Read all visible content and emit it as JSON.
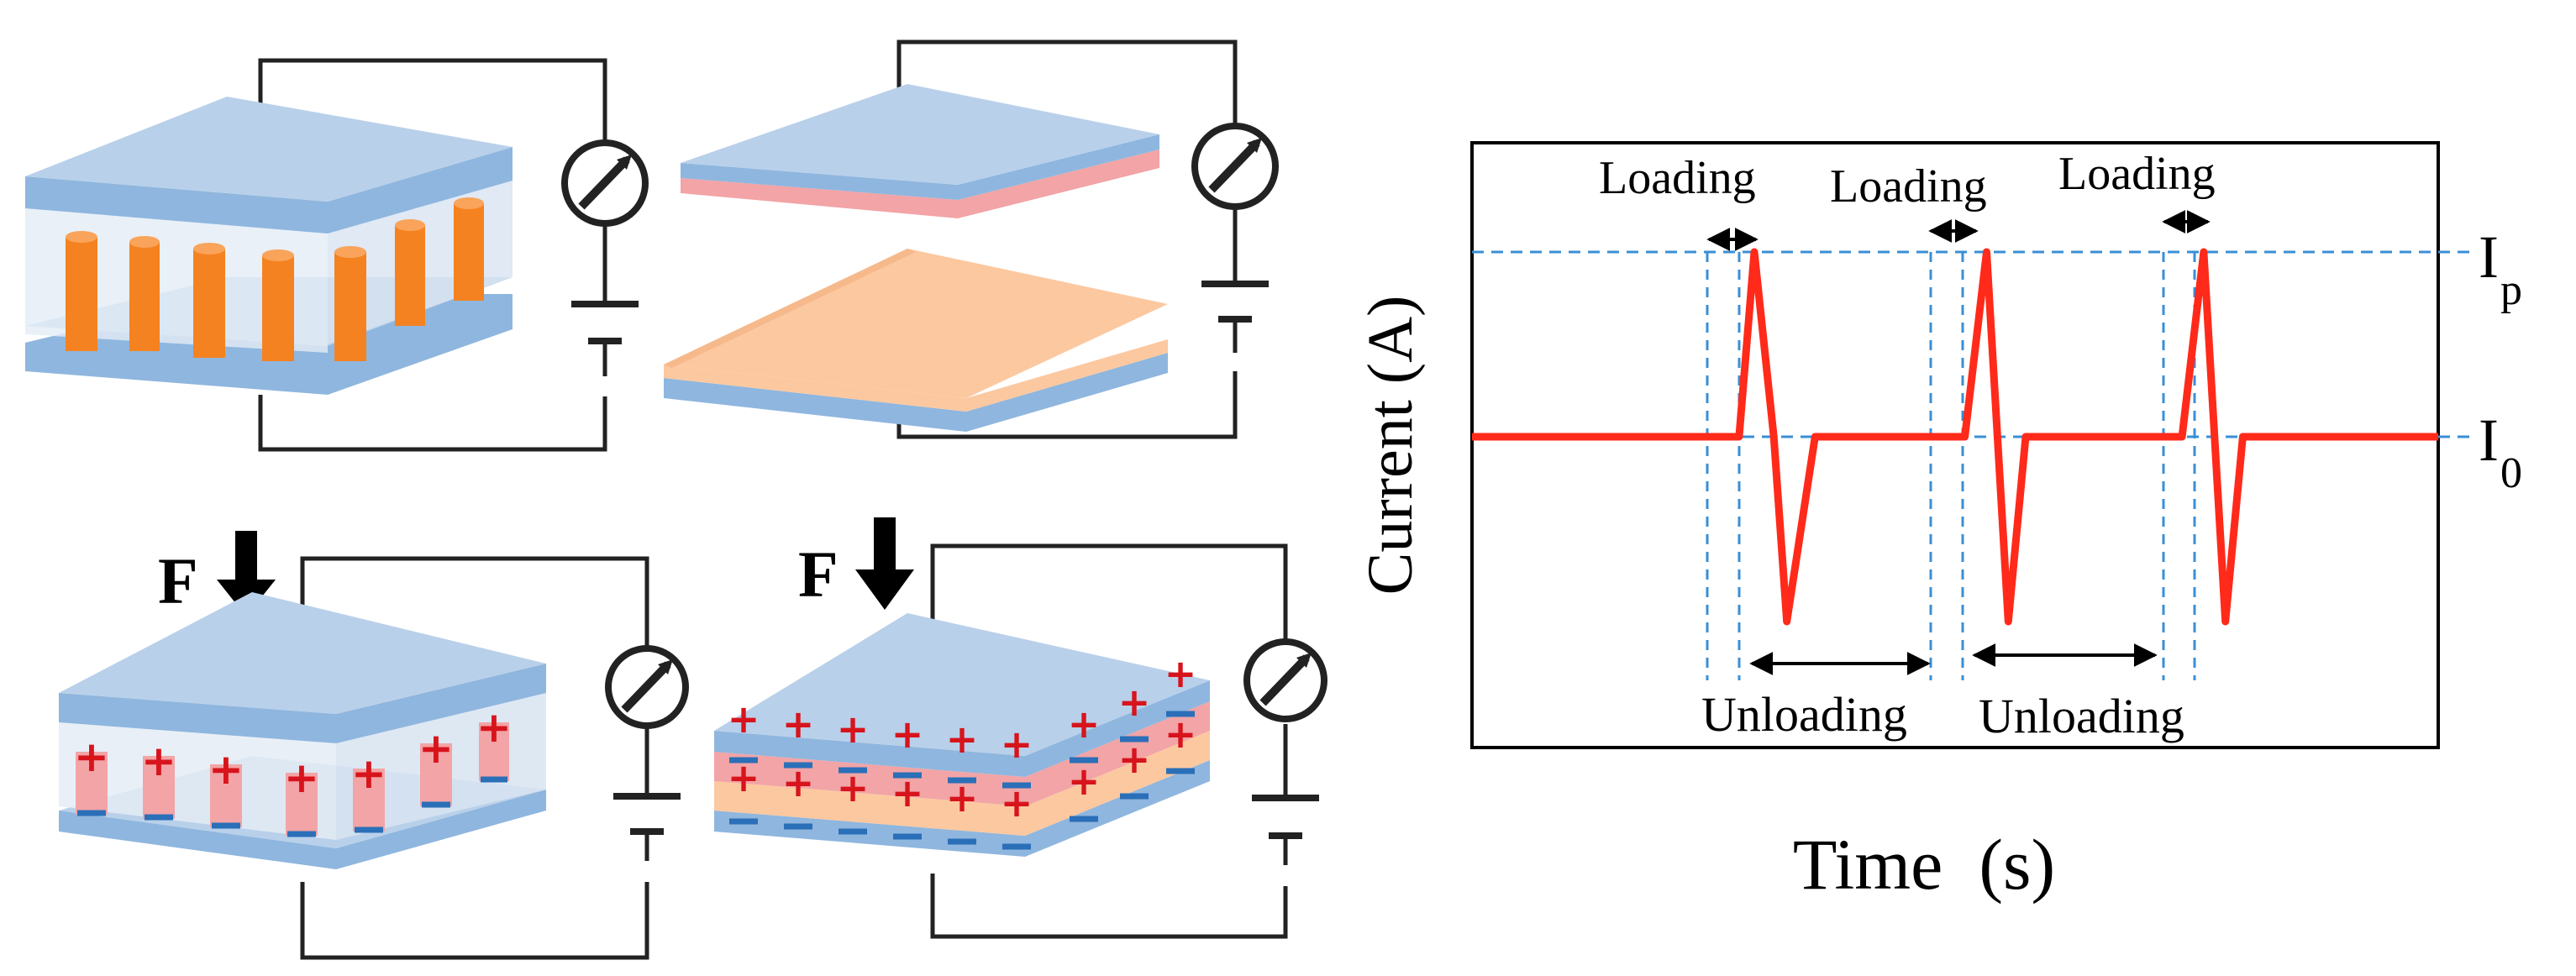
{
  "force_label": "F",
  "plus_sign": "+",
  "chart_data": {
    "type": "line",
    "xlabel": "Time  (s)",
    "ylabel": "Current (A)",
    "series": [
      {
        "x": [
          0,
          1.23,
          1.3,
          1.39,
          1.45,
          1.58,
          2.27,
          2.37,
          2.42,
          2.47,
          2.55,
          3.27,
          3.37,
          3.42,
          3.47,
          3.55,
          4.45
        ],
        "y": [
          0,
          0,
          1,
          0,
          -1,
          0,
          0,
          1,
          0,
          -1,
          0,
          0,
          1,
          0,
          -1,
          0,
          0
        ]
      }
    ],
    "reference_levels": [
      {
        "label_main": "I",
        "label_sub": "p",
        "y": 1
      },
      {
        "label_main": "I",
        "label_sub": "0",
        "y": 0
      }
    ],
    "annotations": {
      "loading": [
        "Loading",
        "Loading",
        "Loading"
      ],
      "unloading": [
        "Unloading",
        "Unloading"
      ]
    }
  },
  "colors": {
    "current_line": "#ff2a1a",
    "guide": "#3a8fd6",
    "electrode_top": "#b9d0ea",
    "electrode_side": "#8fb6de",
    "pillar": "#f58220",
    "pink_layer": "#f2a4a6",
    "peach_layer": "#fcc8a0",
    "charge_plus": "#d7141c",
    "charge_minus": "#2a6fb8"
  }
}
